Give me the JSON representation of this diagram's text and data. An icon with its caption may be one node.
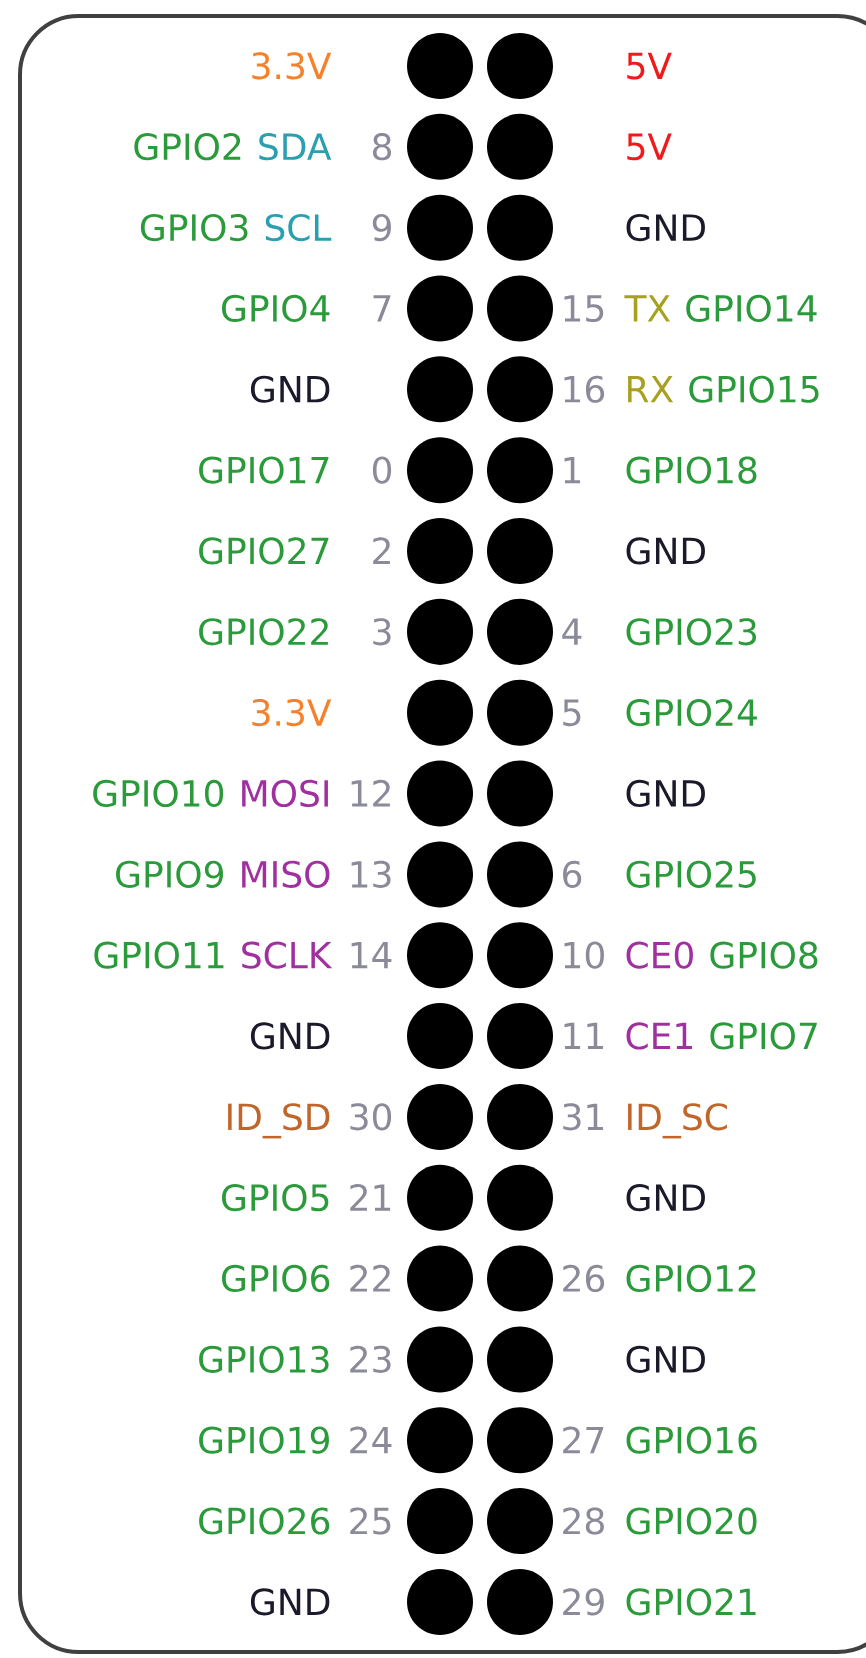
{
  "diagram": {
    "labels": [
      "3.3V",
      "5V",
      "GPIO2",
      "SDA",
      "8",
      "5V",
      "GPIO3",
      "SCL",
      "9",
      "GND",
      "GPIO4",
      "7",
      "15",
      "TX",
      "GPIO14",
      "GND",
      "16",
      "RX",
      "GPIO15",
      "GPIO17",
      "0",
      "1",
      "GPIO18",
      "GPIO27",
      "2",
      "GND",
      "GPIO22",
      "3",
      "4",
      "GPIO23",
      "3.3V",
      "5",
      "GPIO24",
      "GPIO10",
      "MOSI",
      "12",
      "GND",
      "GPIO9",
      "MISO",
      "13",
      "6",
      "GPIO25",
      "GPIO11",
      "SCLK",
      "14",
      "10",
      "CE0",
      "GPIO8",
      "GND",
      "11",
      "CE1",
      "GPIO7",
      "ID_SD",
      "30",
      "31",
      "ID_SC",
      "GPIO5",
      "21",
      "GND",
      "GPIO6",
      "22",
      "26",
      "GPIO12",
      "GPIO13",
      "23",
      "GND",
      "GPIO19",
      "24",
      "27",
      "GPIO16",
      "GPIO26",
      "25",
      "28",
      "GPIO20",
      "GND",
      "29",
      "GPIO21"
    ]
  }
}
